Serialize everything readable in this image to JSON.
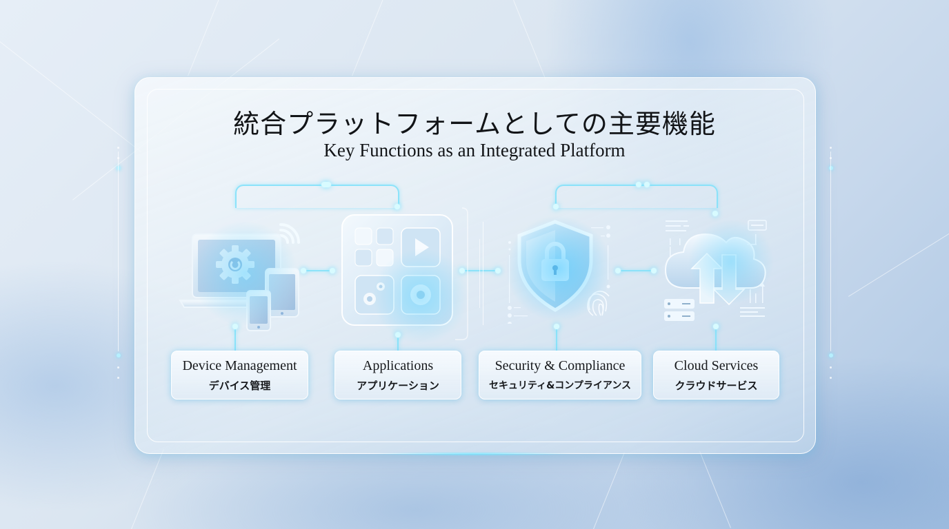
{
  "slide": {
    "title_ja": "統合プラットフォームとしての主要機能",
    "title_en": "Key Functions as an Integrated Platform"
  },
  "colors": {
    "accent_glow": "#7fe3ff",
    "text": "#121417",
    "panel_border": "#ffffff",
    "background_light": "#e6eef7",
    "background_deep": "#a9c4e2"
  },
  "functions": [
    {
      "label_en": "Device Management",
      "label_ja": "デバイス管理",
      "icon": "devices-gear-icon"
    },
    {
      "label_en": "Applications",
      "label_ja": "アプリケーション",
      "icon": "app-grid-icon"
    },
    {
      "label_en": "Security & Compliance",
      "label_ja": "セキュリティ&コンプライアンス",
      "icon": "shield-lock-icon"
    },
    {
      "label_en": "Cloud Services",
      "label_ja": "クラウドサービス",
      "icon": "cloud-sync-icon"
    }
  ]
}
